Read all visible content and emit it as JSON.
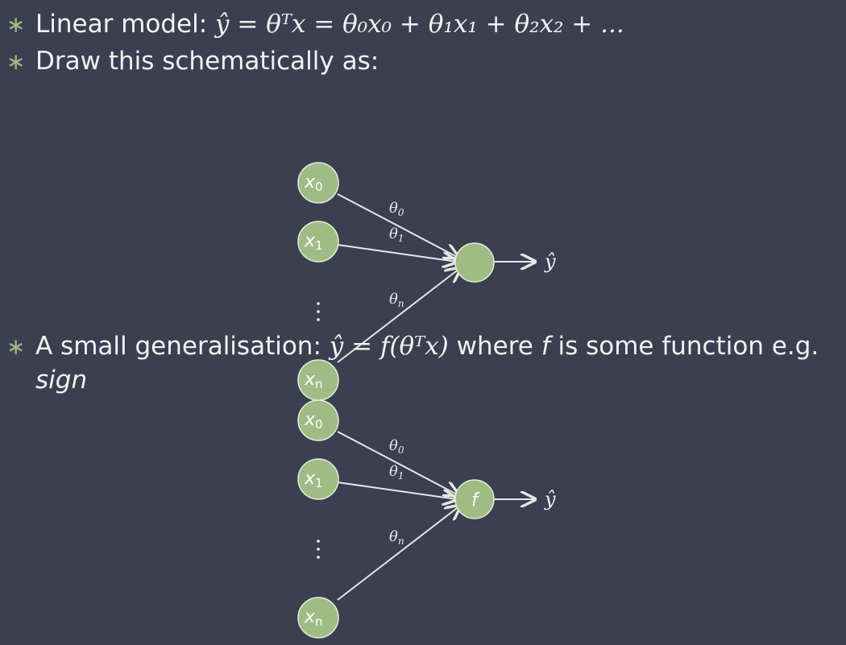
{
  "bullets": [
    {
      "prefix": "Linear model: ",
      "math": "ŷ = θᵀx = θ₀x₀ + θ₁x₁ + θ₂x₂ + ..."
    },
    {
      "prefix": "Draw this schematically as:"
    },
    {
      "prefix": "A small generalisation: ",
      "math": "ŷ = f(θᵀx)",
      "middle": " where ",
      "fvar": "f",
      "suffix": " is some function e.g.",
      "continuation": "sign"
    }
  ],
  "diagrams": [
    {
      "inputs": [
        {
          "base": "x",
          "sub": "0"
        },
        {
          "base": "x",
          "sub": "1"
        },
        {
          "base": "x",
          "sub": "n"
        }
      ],
      "weights": [
        {
          "base": "θ",
          "sub": "0"
        },
        {
          "base": "θ",
          "sub": "1"
        },
        {
          "base": "θ",
          "sub": "n"
        }
      ],
      "node_label": "",
      "output": "ŷ"
    },
    {
      "inputs": [
        {
          "base": "x",
          "sub": "0"
        },
        {
          "base": "x",
          "sub": "1"
        },
        {
          "base": "x",
          "sub": "n"
        }
      ],
      "weights": [
        {
          "base": "θ",
          "sub": "0"
        },
        {
          "base": "θ",
          "sub": "1"
        },
        {
          "base": "θ",
          "sub": "n"
        }
      ],
      "node_label": "f",
      "output": "ŷ"
    }
  ]
}
